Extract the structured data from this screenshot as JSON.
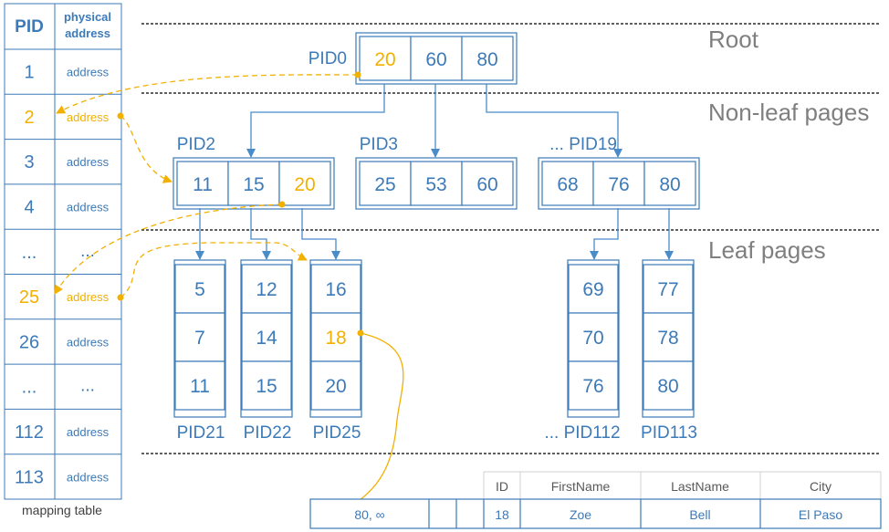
{
  "mapping_table": {
    "header_pid": "PID",
    "header_addr": "physical address",
    "rows": [
      {
        "pid": "1",
        "addr": "address",
        "highlight": false
      },
      {
        "pid": "2",
        "addr": "address",
        "highlight": true
      },
      {
        "pid": "3",
        "addr": "address",
        "highlight": false
      },
      {
        "pid": "4",
        "addr": "address",
        "highlight": false
      },
      {
        "pid": "...",
        "addr": "...",
        "highlight": false
      },
      {
        "pid": "25",
        "addr": "address",
        "highlight": true
      },
      {
        "pid": "26",
        "addr": "address",
        "highlight": false
      },
      {
        "pid": "...",
        "addr": "...",
        "highlight": false
      },
      {
        "pid": "112",
        "addr": "address",
        "highlight": false
      },
      {
        "pid": "113",
        "addr": "address",
        "highlight": false
      }
    ],
    "caption": "mapping table"
  },
  "levels": {
    "root": "Root",
    "nonleaf": "Non-leaf pages",
    "leaf": "Leaf pages"
  },
  "root": {
    "pid": "PID0",
    "keys": [
      "20",
      "60",
      "80"
    ],
    "highlight_index": 0
  },
  "nonleaf": [
    {
      "pid": "PID2",
      "keys": [
        "11",
        "15",
        "20"
      ],
      "highlight_index": 2
    },
    {
      "pid": "PID3",
      "keys": [
        "25",
        "53",
        "60"
      ],
      "highlight_index": -1
    },
    {
      "pid": "... PID19",
      "keys": [
        "68",
        "76",
        "80"
      ],
      "highlight_index": -1
    }
  ],
  "leaves": [
    {
      "pid": "PID21",
      "keys": [
        "5",
        "7",
        "11"
      ],
      "highlight_index": -1
    },
    {
      "pid": "PID22",
      "keys": [
        "12",
        "14",
        "15"
      ],
      "highlight_index": -1
    },
    {
      "pid": "PID25",
      "keys": [
        "16",
        "18",
        "20"
      ],
      "highlight_index": 1
    },
    {
      "pid": "... PID112",
      "keys": [
        "69",
        "70",
        "76"
      ],
      "highlight_index": -1
    },
    {
      "pid": "PID113",
      "keys": [
        "77",
        "78",
        "80"
      ],
      "highlight_index": -1
    }
  ],
  "record": {
    "headers": [
      "ID",
      "FirstName",
      "LastName",
      "City"
    ],
    "first_cell": "80, ∞",
    "values": [
      "18",
      "Zoe",
      "Bell",
      "El Paso"
    ]
  },
  "colors": {
    "blue": "#3d7ab8",
    "orange": "#f2b000",
    "gray": "#7f7f7f"
  }
}
